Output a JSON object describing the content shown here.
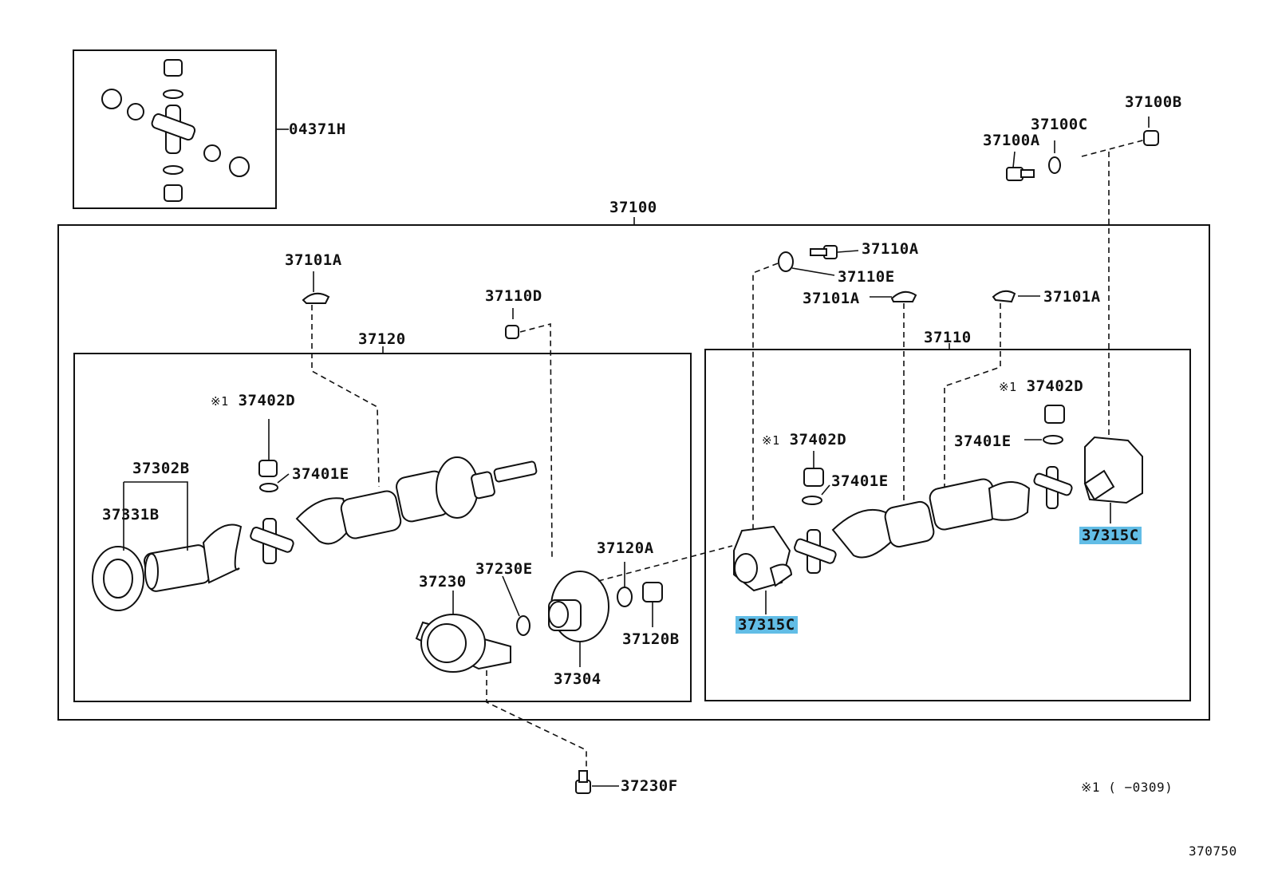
{
  "diagram_id": "370750",
  "note": {
    "mark": "※1",
    "text": "(      −0309)"
  },
  "colors": {
    "highlight": "#62bde6",
    "line": "#111111"
  },
  "labels": {
    "p04371H": "04371H",
    "p37100": "37100",
    "p37100A": "37100A",
    "p37100B": "37100B",
    "p37100C": "37100C",
    "p37101A_left": "37101A",
    "p37101A_mid": "37101A",
    "p37101A_right": "37101A",
    "p37110": "37110",
    "p37110A": "37110A",
    "p37110D": "37110D",
    "p37110E": "37110E",
    "p37120": "37120",
    "p37120A": "37120A",
    "p37120B": "37120B",
    "p37230": "37230",
    "p37230E": "37230E",
    "p37230F": "37230F",
    "p37302B": "37302B",
    "p37304": "37304",
    "p37315C_left": "37315C",
    "p37315C_right": "37315C",
    "p37331B": "37331B",
    "p37401E_left": "37401E",
    "p37401E_mid": "37401E",
    "p37401E_right": "37401E",
    "p37402D_left": "37402D",
    "p37402D_mid": "37402D",
    "p37402D_right": "37402D",
    "mark1": "※1",
    "mark2": "※1",
    "mark3": "※1"
  }
}
